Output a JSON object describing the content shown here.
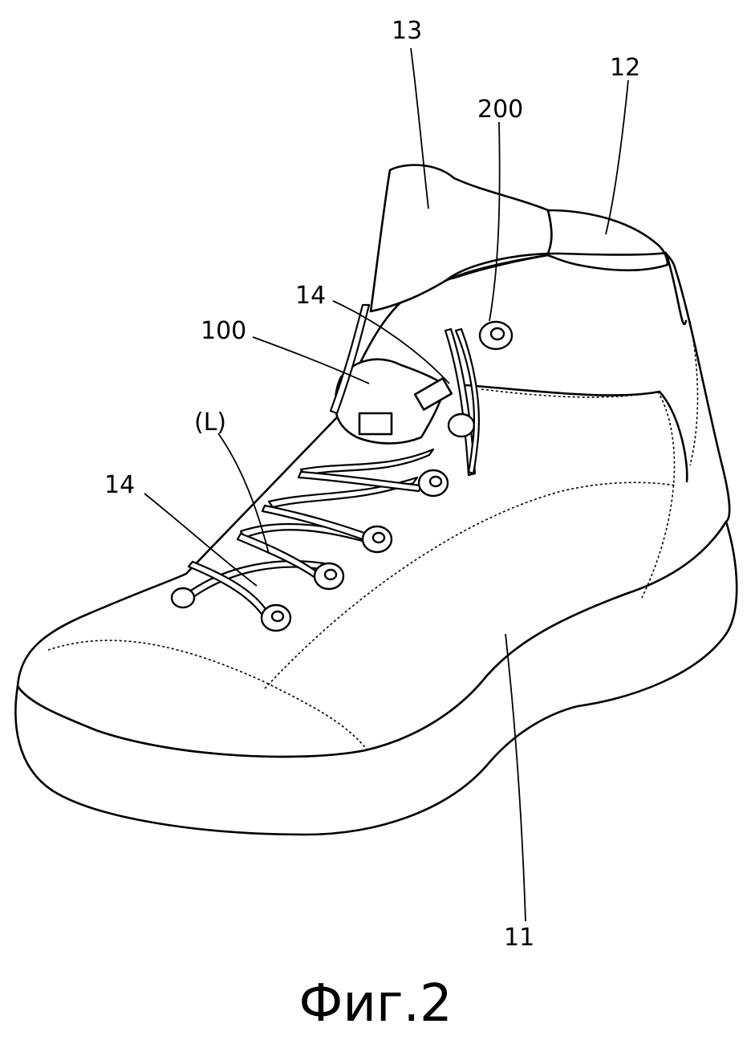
{
  "figure": {
    "caption": "Фиг.2",
    "labels": {
      "collar": "13",
      "heel_counter": "12",
      "lace_end": "200",
      "eyelets_upper": "14",
      "fastening_device": "100",
      "lace": "(L)",
      "eyelets_lower": "14",
      "sole": "11"
    }
  }
}
